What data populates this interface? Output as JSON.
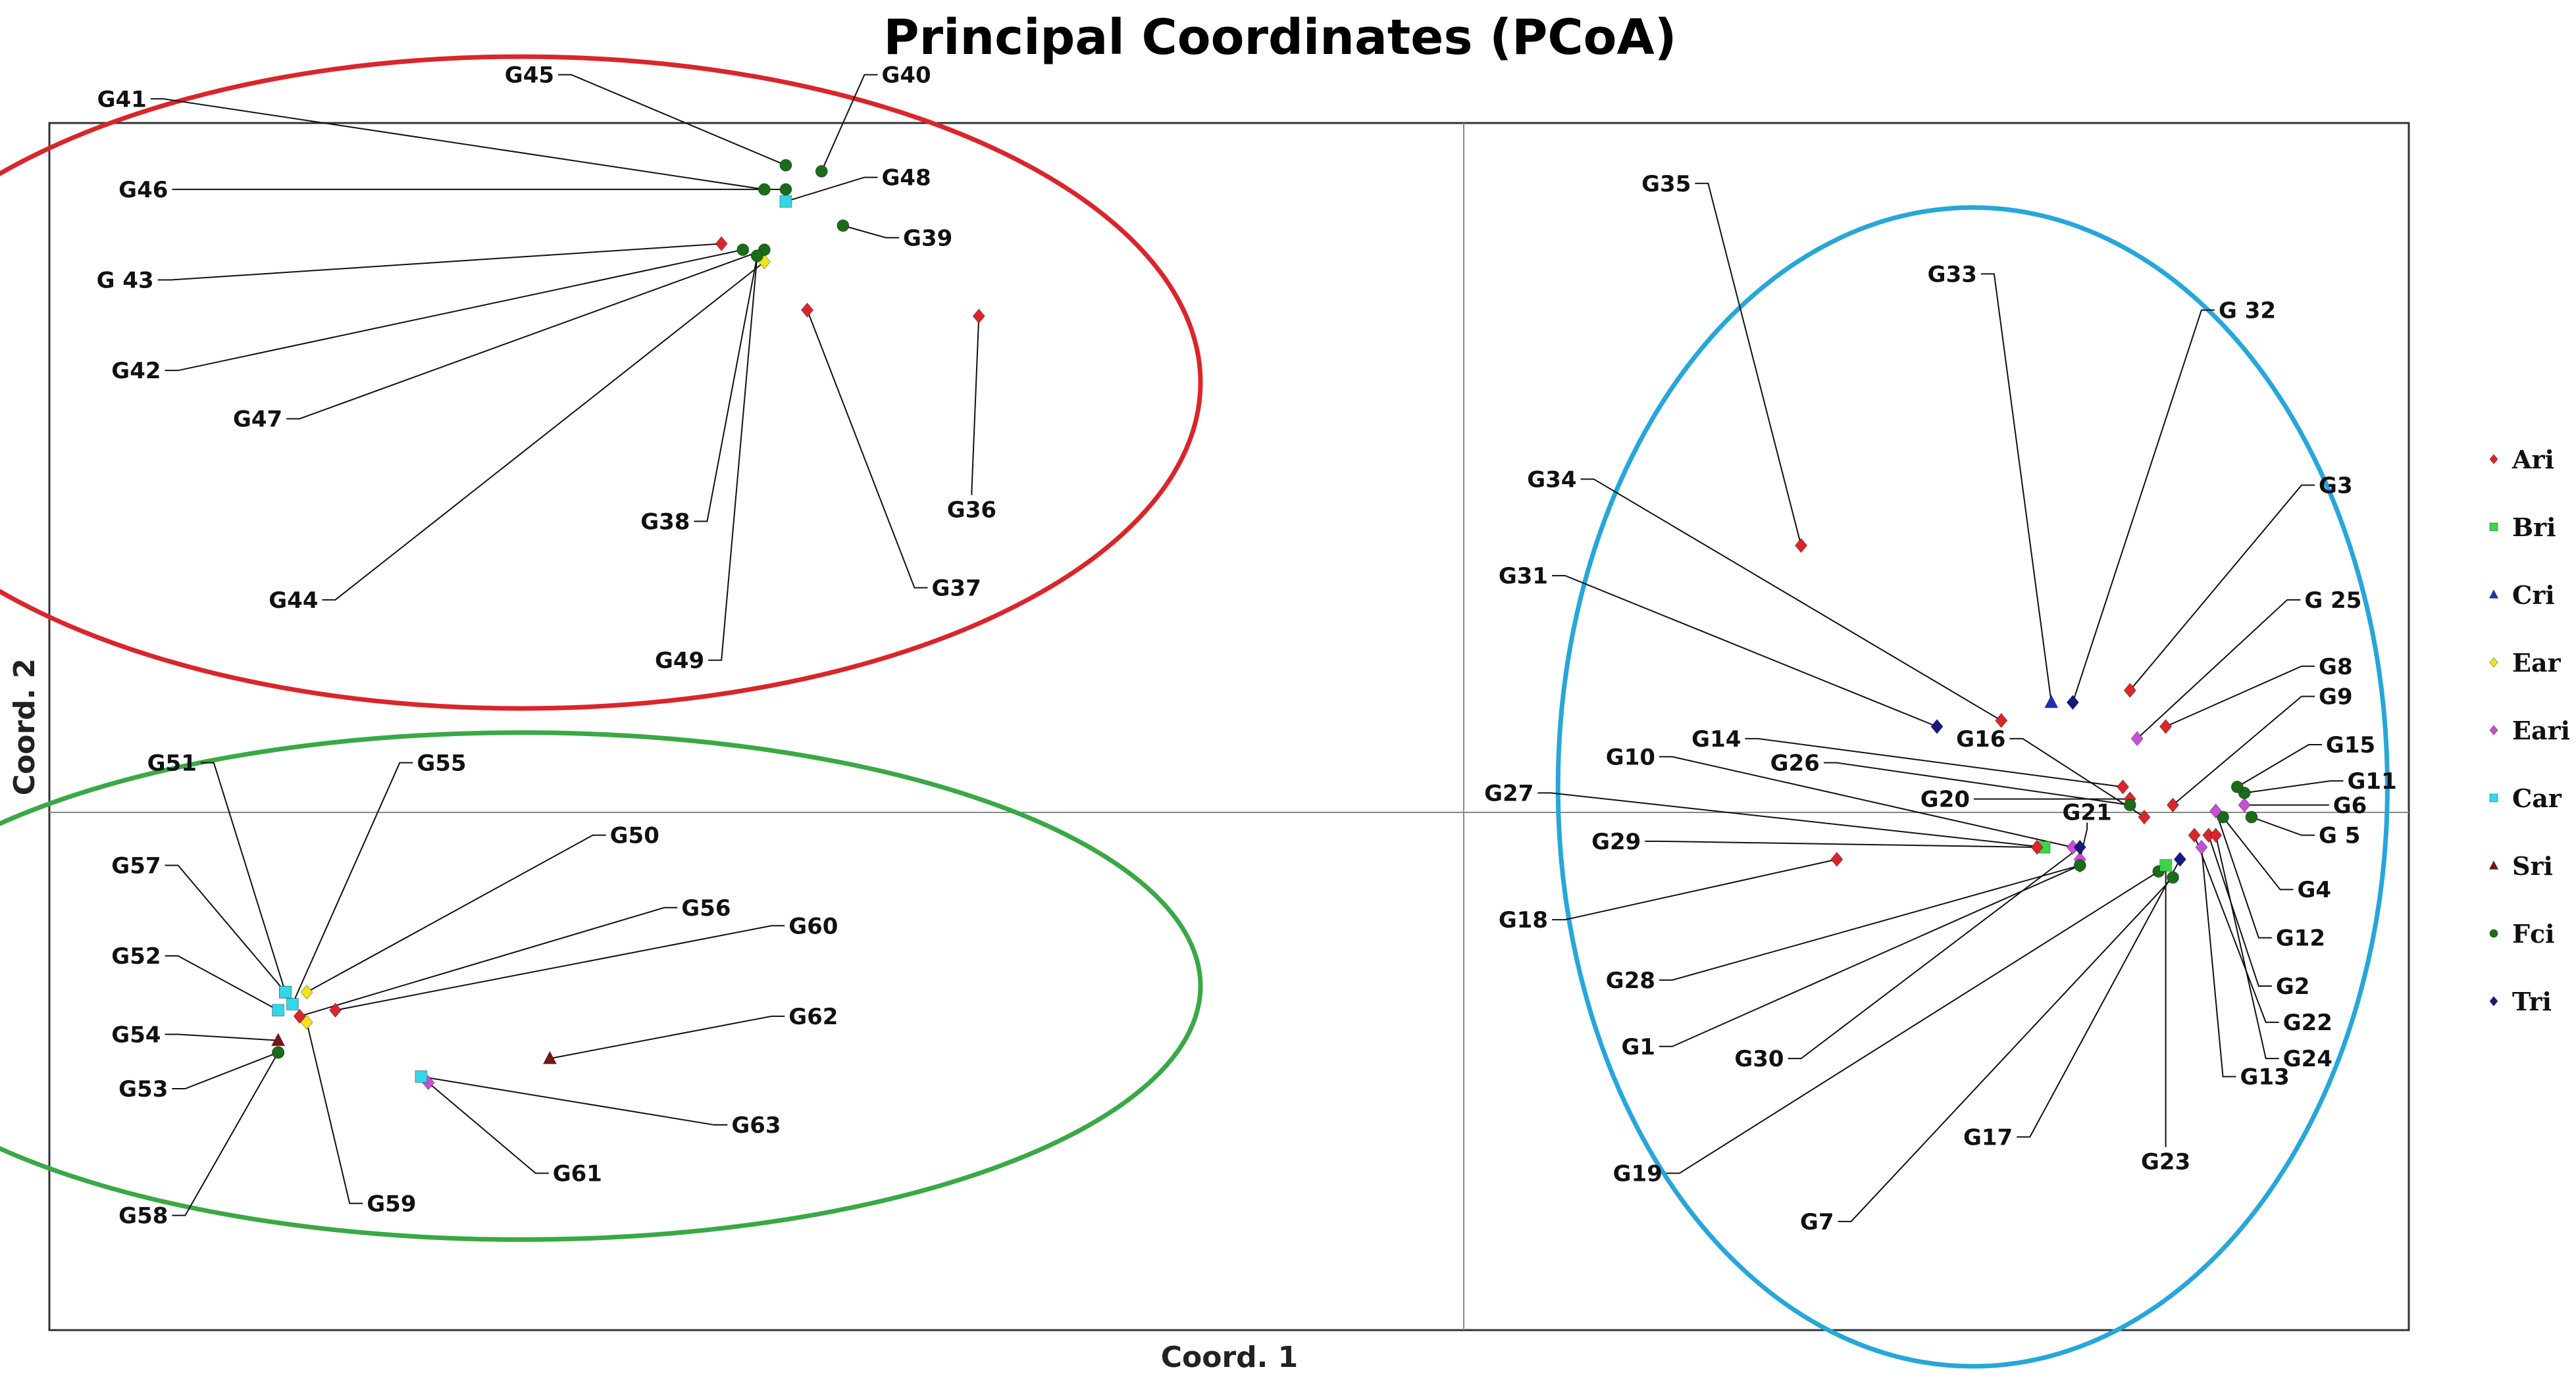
{
  "chart_data": {
    "type": "scatter",
    "title": "Principal Coordinates (PCoA)",
    "xlabel": "Coord. 1",
    "ylabel": "Coord. 2",
    "xlim": [
      -2,
      1.3
    ],
    "ylim": [
      -1,
      1
    ],
    "grid": "crosshair at origin",
    "legend_position": "right",
    "series": [
      {
        "name": "Ari",
        "color": "#d9262b",
        "marker": "diamond"
      },
      {
        "name": "Bri",
        "color": "#39d64c",
        "marker": "square"
      },
      {
        "name": "Cri",
        "color": "#1f2fb8",
        "marker": "triangle"
      },
      {
        "name": "Ear",
        "color": "#f2e21a",
        "marker": "diamond"
      },
      {
        "name": "Eari",
        "color": "#c94ed6",
        "marker": "diamond"
      },
      {
        "name": "Car",
        "color": "#35d6e8",
        "marker": "square"
      },
      {
        "name": "Sri",
        "color": "#7a1515",
        "marker": "triangle"
      },
      {
        "name": "Fci",
        "color": "#1a6b1a",
        "marker": "circle"
      },
      {
        "name": "Tri",
        "color": "#141a80",
        "marker": "diamond"
      }
    ],
    "points": [
      {
        "id": "G36",
        "label": "G36",
        "group": "Ari",
        "x": -0.7,
        "y": 0.68,
        "lx": -0.71,
        "ly": 0.39,
        "anchor": "middle"
      },
      {
        "id": "G37",
        "label": "G37",
        "group": "Ari",
        "x": -0.94,
        "y": 0.69,
        "lx": -0.79,
        "ly": 0.23,
        "anchor": "start"
      },
      {
        "id": "G38",
        "label": "G38",
        "group": "Fci",
        "x": -1.01,
        "y": 0.78,
        "lx": -1.08,
        "ly": 0.34,
        "anchor": "end"
      },
      {
        "id": "G39",
        "label": "G39",
        "group": "Fci",
        "x": -0.89,
        "y": 0.83,
        "lx": -0.83,
        "ly": 0.81,
        "anchor": "start"
      },
      {
        "id": "G40",
        "label": "G40",
        "group": "Fci",
        "x": -0.92,
        "y": 0.92,
        "lx": -0.86,
        "ly": 1.08,
        "anchor": "start"
      },
      {
        "id": "G41",
        "label": "G41",
        "group": "Fci",
        "x": -1.0,
        "y": 0.89,
        "lx": -1.84,
        "ly": 1.04,
        "anchor": "end"
      },
      {
        "id": "G42",
        "label": "G42",
        "group": "Fci",
        "x": -1.03,
        "y": 0.79,
        "lx": -1.82,
        "ly": 0.59,
        "anchor": "end"
      },
      {
        "id": "G 43",
        "label": "G 43",
        "group": "Ari",
        "x": -1.06,
        "y": 0.8,
        "lx": -1.83,
        "ly": 0.74,
        "anchor": "end"
      },
      {
        "id": "G44",
        "label": "G44",
        "group": "Ear",
        "x": -1.0,
        "y": 0.77,
        "lx": -1.6,
        "ly": 0.21,
        "anchor": "end"
      },
      {
        "id": "G45",
        "label": "G45",
        "group": "Fci",
        "x": -0.97,
        "y": 0.93,
        "lx": -1.27,
        "ly": 1.08,
        "anchor": "end"
      },
      {
        "id": "G46",
        "label": "G46",
        "group": "Fci",
        "x": -0.97,
        "y": 0.89,
        "lx": -1.81,
        "ly": 0.89,
        "anchor": "end"
      },
      {
        "id": "G47",
        "label": "G47",
        "group": "Fci",
        "x": -1.0,
        "y": 0.79,
        "lx": -1.65,
        "ly": 0.51,
        "anchor": "end"
      },
      {
        "id": "G48",
        "label": "G48",
        "group": "Car",
        "x": -0.97,
        "y": 0.87,
        "lx": -0.86,
        "ly": 0.91,
        "anchor": "start"
      },
      {
        "id": "G49",
        "label": "G49",
        "group": "Fci",
        "x": -1.01,
        "y": 0.78,
        "lx": -1.06,
        "ly": 0.11,
        "anchor": "end"
      },
      {
        "id": "G1",
        "label": "G1",
        "group": "Eari",
        "x": 0.84,
        "y": -0.23,
        "lx": 0.27,
        "ly": -0.53,
        "anchor": "end"
      },
      {
        "id": "G2",
        "label": "G2",
        "group": "Ari",
        "x": 1.02,
        "y": -0.18,
        "lx": 1.09,
        "ly": -0.43,
        "anchor": "start"
      },
      {
        "id": "G3",
        "label": "G3",
        "group": "Ari",
        "x": 0.91,
        "y": 0.06,
        "lx": 1.15,
        "ly": 0.4,
        "anchor": "start"
      },
      {
        "id": "G4",
        "label": "G4",
        "group": "Fci",
        "x": 1.04,
        "y": -0.15,
        "lx": 1.12,
        "ly": -0.27,
        "anchor": "start"
      },
      {
        "id": "G 5",
        "label": "G 5",
        "group": "Fci",
        "x": 1.08,
        "y": -0.15,
        "lx": 1.15,
        "ly": -0.18,
        "anchor": "start"
      },
      {
        "id": "G6",
        "label": "G6",
        "group": "Eari",
        "x": 1.07,
        "y": -0.13,
        "lx": 1.17,
        "ly": -0.13,
        "anchor": "start"
      },
      {
        "id": "G7",
        "label": "G7",
        "group": "Fci",
        "x": 0.97,
        "y": -0.25,
        "lx": 0.52,
        "ly": -0.82,
        "anchor": "end"
      },
      {
        "id": "G8",
        "label": "G8",
        "group": "Ari",
        "x": 0.96,
        "y": 0.0,
        "lx": 1.15,
        "ly": 0.1,
        "anchor": "start"
      },
      {
        "id": "G9",
        "label": "G9",
        "group": "Ari",
        "x": 0.97,
        "y": -0.13,
        "lx": 1.15,
        "ly": 0.05,
        "anchor": "start"
      },
      {
        "id": "G10",
        "label": "G10",
        "group": "Eari",
        "x": 0.83,
        "y": -0.2,
        "lx": 0.27,
        "ly": -0.05,
        "anchor": "end"
      },
      {
        "id": "G11",
        "label": "G11",
        "group": "Fci",
        "x": 1.07,
        "y": -0.11,
        "lx": 1.19,
        "ly": -0.09,
        "anchor": "start"
      },
      {
        "id": "G12",
        "label": "G12",
        "group": "Eari",
        "x": 1.03,
        "y": -0.14,
        "lx": 1.09,
        "ly": -0.35,
        "anchor": "start"
      },
      {
        "id": "G13",
        "label": "G13",
        "group": "Eari",
        "x": 1.01,
        "y": -0.2,
        "lx": 1.04,
        "ly": -0.58,
        "anchor": "start"
      },
      {
        "id": "G14",
        "label": "G14",
        "group": "Ari",
        "x": 0.9,
        "y": -0.1,
        "lx": 0.39,
        "ly": -0.02,
        "anchor": "end"
      },
      {
        "id": "G15",
        "label": "G15",
        "group": "Fci",
        "x": 1.06,
        "y": -0.1,
        "lx": 1.16,
        "ly": -0.03,
        "anchor": "start"
      },
      {
        "id": "G16",
        "label": "G16",
        "group": "Ari",
        "x": 0.93,
        "y": -0.15,
        "lx": 0.76,
        "ly": -0.02,
        "anchor": "end"
      },
      {
        "id": "G17",
        "label": "G17",
        "group": "Tri",
        "x": 0.98,
        "y": -0.22,
        "lx": 0.77,
        "ly": -0.68,
        "anchor": "end"
      },
      {
        "id": "G18",
        "label": "G18",
        "group": "Ari",
        "x": 0.5,
        "y": -0.22,
        "lx": 0.12,
        "ly": -0.32,
        "anchor": "end"
      },
      {
        "id": "G19",
        "label": "G19",
        "group": "Fci",
        "x": 0.95,
        "y": -0.24,
        "lx": 0.28,
        "ly": -0.74,
        "anchor": "end"
      },
      {
        "id": "G20",
        "label": "G20",
        "group": "Ari",
        "x": 0.91,
        "y": -0.12,
        "lx": 0.71,
        "ly": -0.12,
        "anchor": "end"
      },
      {
        "id": "G21",
        "label": "G21",
        "group": "Eari",
        "x": 0.84,
        "y": -0.22,
        "lx": 0.85,
        "ly": -0.17,
        "anchor": "middle"
      },
      {
        "id": "G22",
        "label": "G22",
        "group": "Ari",
        "x": 1.0,
        "y": -0.18,
        "lx": 1.1,
        "ly": -0.49,
        "anchor": "start"
      },
      {
        "id": "G23",
        "label": "G23",
        "group": "Bri",
        "x": 0.96,
        "y": -0.23,
        "lx": 0.96,
        "ly": -0.69,
        "anchor": "middle"
      },
      {
        "id": "G24",
        "label": "G24",
        "group": "Ari",
        "x": 1.03,
        "y": -0.18,
        "lx": 1.1,
        "ly": -0.55,
        "anchor": "start"
      },
      {
        "id": "G 25",
        "label": "G 25",
        "group": "Eari",
        "x": 0.92,
        "y": -0.02,
        "lx": 1.13,
        "ly": 0.21,
        "anchor": "start"
      },
      {
        "id": "G26",
        "label": "G26",
        "group": "Fci",
        "x": 0.91,
        "y": -0.13,
        "lx": 0.5,
        "ly": -0.06,
        "anchor": "end"
      },
      {
        "id": "G27",
        "label": "G27",
        "group": "Bri",
        "x": 0.79,
        "y": -0.2,
        "lx": 0.1,
        "ly": -0.11,
        "anchor": "end"
      },
      {
        "id": "G28",
        "label": "G28",
        "group": "Fci",
        "x": 0.84,
        "y": -0.23,
        "lx": 0.27,
        "ly": -0.42,
        "anchor": "end"
      },
      {
        "id": "G29",
        "label": "G29",
        "group": "Ari",
        "x": 0.78,
        "y": -0.2,
        "lx": 0.25,
        "ly": -0.19,
        "anchor": "end"
      },
      {
        "id": "G30",
        "label": "G30",
        "group": "Tri",
        "x": 0.84,
        "y": -0.2,
        "lx": 0.45,
        "ly": -0.55,
        "anchor": "end"
      },
      {
        "id": "G31",
        "label": "G31",
        "group": "Tri",
        "x": 0.64,
        "y": 0.0,
        "lx": 0.12,
        "ly": 0.25,
        "anchor": "end"
      },
      {
        "id": "G 32",
        "label": "G 32",
        "group": "Tri",
        "x": 0.83,
        "y": 0.04,
        "lx": 1.01,
        "ly": 0.69,
        "anchor": "start"
      },
      {
        "id": "G33",
        "label": "G33",
        "group": "Cri",
        "x": 0.8,
        "y": 0.04,
        "lx": 0.72,
        "ly": 0.75,
        "anchor": "end"
      },
      {
        "id": "G34",
        "label": "G34",
        "group": "Ari",
        "x": 0.73,
        "y": 0.01,
        "lx": 0.16,
        "ly": 0.41,
        "anchor": "end"
      },
      {
        "id": "G35",
        "label": "G35",
        "group": "Ari",
        "x": 0.45,
        "y": 0.3,
        "lx": 0.32,
        "ly": 0.9,
        "anchor": "end"
      },
      {
        "id": "G50",
        "label": "G50",
        "group": "Ear",
        "x": -1.64,
        "y": -0.44,
        "lx": -1.24,
        "ly": -0.18,
        "anchor": "start"
      },
      {
        "id": "G51",
        "label": "G51",
        "group": "Car",
        "x": -1.67,
        "y": -0.44,
        "lx": -1.77,
        "ly": -0.06,
        "anchor": "end"
      },
      {
        "id": "G52",
        "label": "G52",
        "group": "Car",
        "x": -1.68,
        "y": -0.47,
        "lx": -1.82,
        "ly": -0.38,
        "anchor": "end"
      },
      {
        "id": "G53",
        "label": "G53",
        "group": "Fci",
        "x": -1.68,
        "y": -0.54,
        "lx": -1.81,
        "ly": -0.6,
        "anchor": "end"
      },
      {
        "id": "G54",
        "label": "G54",
        "group": "Sri",
        "x": -1.68,
        "y": -0.52,
        "lx": -1.82,
        "ly": -0.51,
        "anchor": "end"
      },
      {
        "id": "G55",
        "label": "G55",
        "group": "Car",
        "x": -1.66,
        "y": -0.46,
        "lx": -1.51,
        "ly": -0.06,
        "anchor": "start"
      },
      {
        "id": "G56",
        "label": "G56",
        "group": "Ari",
        "x": -1.65,
        "y": -0.48,
        "lx": -1.14,
        "ly": -0.3,
        "anchor": "start"
      },
      {
        "id": "G57",
        "label": "G57",
        "group": "Car",
        "x": -1.67,
        "y": -0.44,
        "lx": -1.82,
        "ly": -0.23,
        "anchor": "end"
      },
      {
        "id": "G58",
        "label": "G58",
        "group": "Fci",
        "x": -1.68,
        "y": -0.54,
        "lx": -1.81,
        "ly": -0.81,
        "anchor": "end"
      },
      {
        "id": "G59",
        "label": "G59",
        "group": "Ear",
        "x": -1.64,
        "y": -0.49,
        "lx": -1.58,
        "ly": -0.79,
        "anchor": "start"
      },
      {
        "id": "G60",
        "label": "G60",
        "group": "Ari",
        "x": -1.6,
        "y": -0.47,
        "lx": -0.99,
        "ly": -0.33,
        "anchor": "start"
      },
      {
        "id": "G61",
        "label": "G61",
        "group": "Eari",
        "x": -1.47,
        "y": -0.59,
        "lx": -1.32,
        "ly": -0.74,
        "anchor": "start"
      },
      {
        "id": "G62",
        "label": "G62",
        "group": "Sri",
        "x": -1.3,
        "y": -0.55,
        "lx": -0.99,
        "ly": -0.48,
        "anchor": "start"
      },
      {
        "id": "G63",
        "label": "G63",
        "group": "Car",
        "x": -1.48,
        "y": -0.58,
        "lx": -1.07,
        "ly": -0.66,
        "anchor": "start"
      }
    ],
    "clusters": [
      {
        "name": "upper-left",
        "color": "#d9262b",
        "cx": -1.34,
        "cy": 0.57,
        "rx": 0.95,
        "ry": 0.54
      },
      {
        "name": "right",
        "color": "#27a6d9",
        "cx": 0.69,
        "cy": -0.1,
        "rx": 0.58,
        "ry": 0.96
      },
      {
        "name": "lower-left",
        "color": "#3aa846",
        "cx": -1.34,
        "cy": -0.43,
        "rx": 0.95,
        "ry": 0.42
      }
    ]
  }
}
